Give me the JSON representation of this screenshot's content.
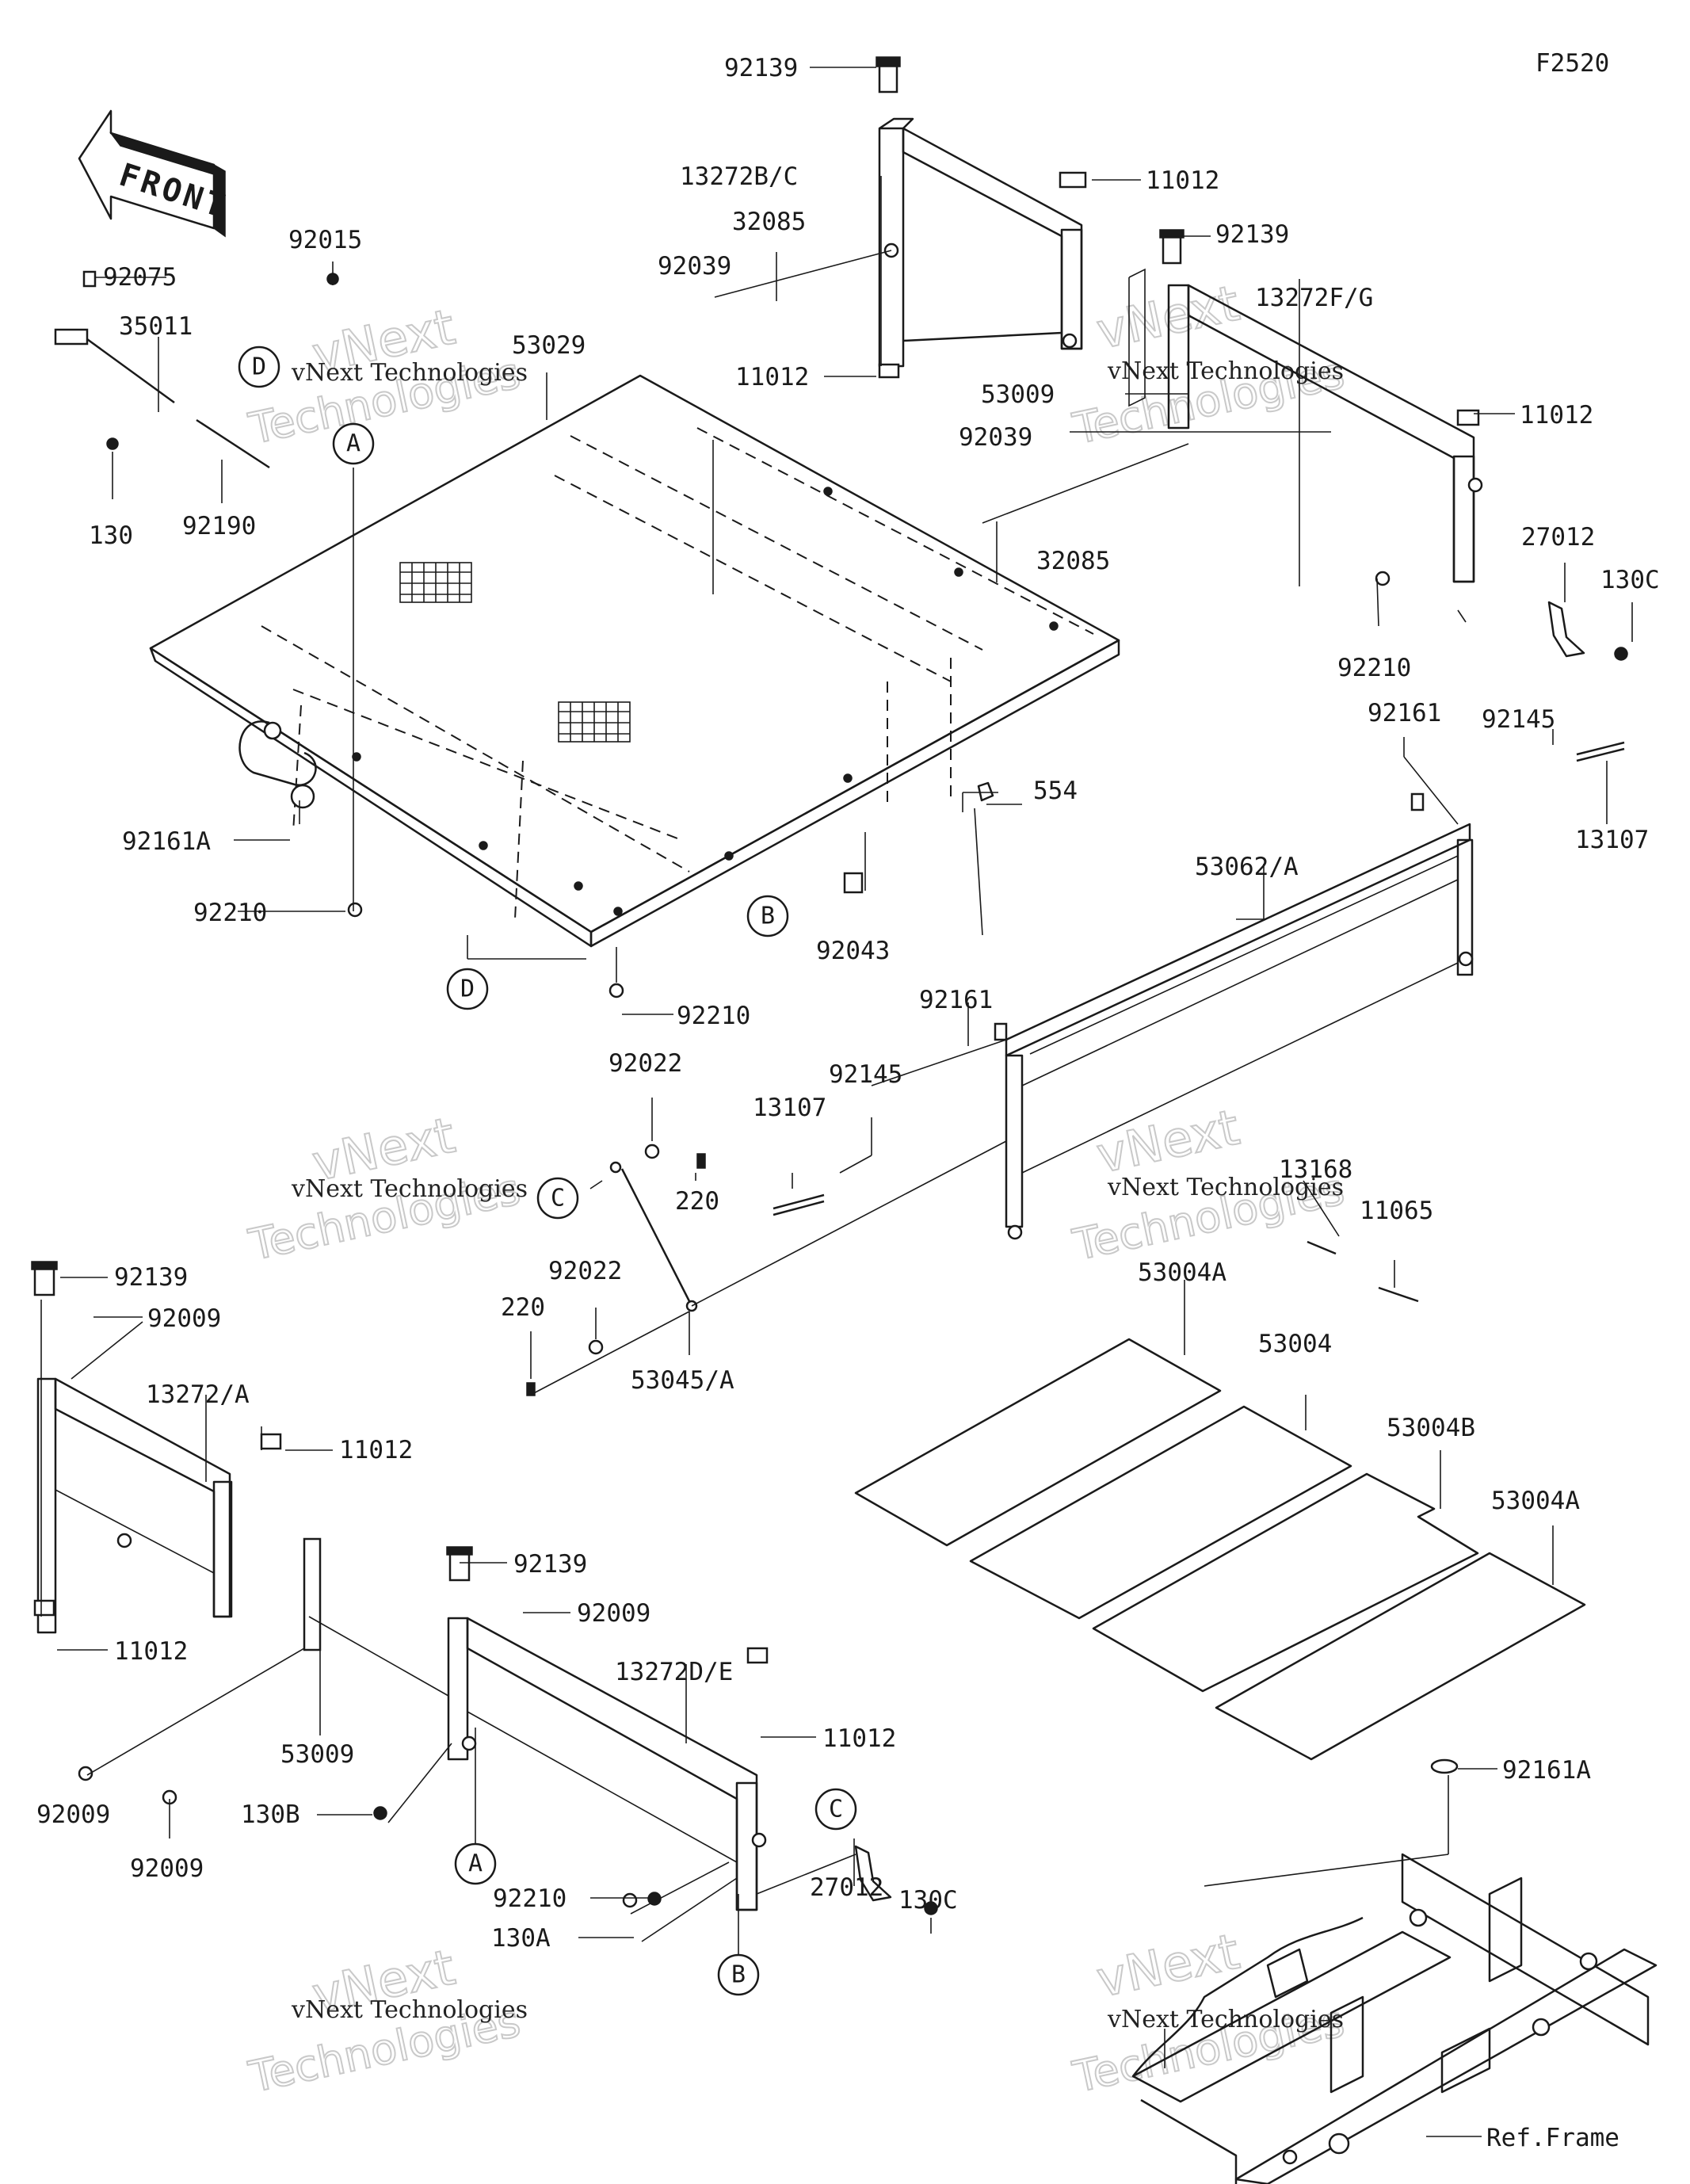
{
  "figure_code": "F2520",
  "front_label": "FRONT",
  "watermark": {
    "line1": "vNext Technologies",
    "line2": "vNext",
    "line3": "Technologies"
  },
  "callouts": [
    "A",
    "B",
    "C",
    "D"
  ],
  "part_labels": {
    "p92139_top": "92139",
    "p13272bc": "13272B/C",
    "p11012_a": "11012",
    "p32085_a": "32085",
    "p92039_a": "92039",
    "p11012_b": "11012",
    "p92139_b": "92139",
    "p13272fg": "13272F/G",
    "p53009_a": "53009",
    "p11012_c": "11012",
    "p92039_b": "92039",
    "p32085_b": "32085",
    "p27012_a": "27012",
    "p130c_a": "130C",
    "p92210_a": "92210",
    "p92075": "92075",
    "p92015": "92015",
    "p35011": "35011",
    "p53029": "53029",
    "p130": "130",
    "p92190": "92190",
    "p92161a_a": "92161A",
    "p92210_b": "92210",
    "p554": "554",
    "p92043": "92043",
    "p92210_c": "92210",
    "p92161_a": "92161",
    "p92145_a": "92145",
    "p13107_a": "13107",
    "p53062a": "53062/A",
    "p92161_b": "92161",
    "p92145_b": "92145",
    "p13107_b": "13107",
    "p92022_a": "92022",
    "p220_a": "220",
    "p13168": "13168",
    "p11065": "11065",
    "p92022_b": "92022",
    "p220_b": "220",
    "p53045a": "53045/A",
    "p53004a_a": "53004A",
    "p53004": "53004",
    "p53004b": "53004B",
    "p53004a_b": "53004A",
    "p92139_c": "92139",
    "p92009_a": "92009",
    "p13272a": "13272/A",
    "p11012_d": "11012",
    "p11012_e": "11012",
    "p92139_d": "92139",
    "p92009_b": "92009",
    "p13272de": "13272D/E",
    "p11012_f": "11012",
    "p53009_b": "53009",
    "p92009_c": "92009",
    "p92009_d": "92009",
    "p130b": "130B",
    "p92210_d": "92210",
    "p130a": "130A",
    "p27012_b": "27012",
    "p130c_b": "130C",
    "p92161a_b": "92161A",
    "pref": "Ref.Frame"
  }
}
